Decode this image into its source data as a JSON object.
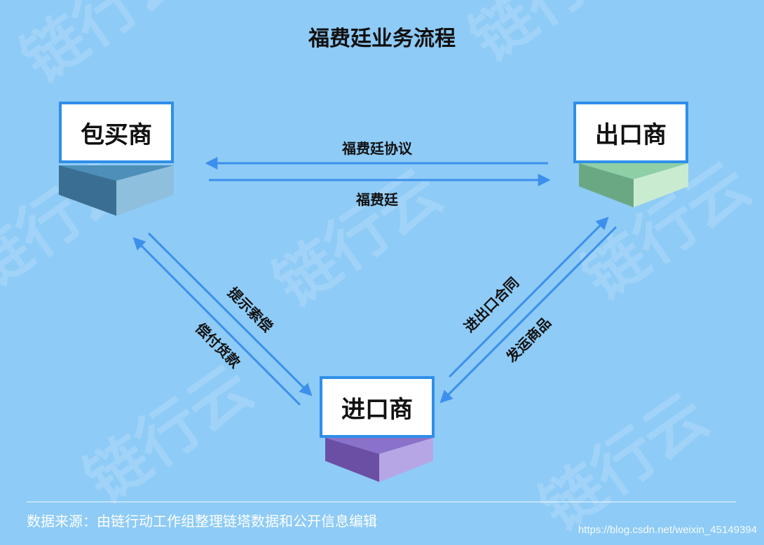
{
  "title": "福费廷业务流程",
  "nodes": {
    "buyer": "包买商",
    "exporter": "出口商",
    "importer": "进口商"
  },
  "edges": {
    "forfaiting_agreement": "福费廷协议",
    "forfaiting": "福费廷",
    "present_claim": "提示索偿",
    "pay_funds": "偿付货款",
    "import_export_contract": "进出口合同",
    "ship_goods": "发运商品"
  },
  "footer": {
    "source": "数据来源：由链行动工作组整理链塔数据和公开信息编辑",
    "url": "https://blog.csdn.net/weixin_45149394"
  },
  "watermark": "链行云",
  "colors": {
    "background": "#8ecbf6",
    "arrow": "#3c90ec",
    "box_border": "#2f8fe9",
    "buyer_base": [
      "#4d8fb8",
      "#3a6f93",
      "#8ec0de"
    ],
    "exporter_base": [
      "#8fcfa6",
      "#6aa884",
      "#c9ecd0"
    ],
    "importer_base": [
      "#8a71c9",
      "#6a4fa5",
      "#b7a6e6"
    ]
  }
}
